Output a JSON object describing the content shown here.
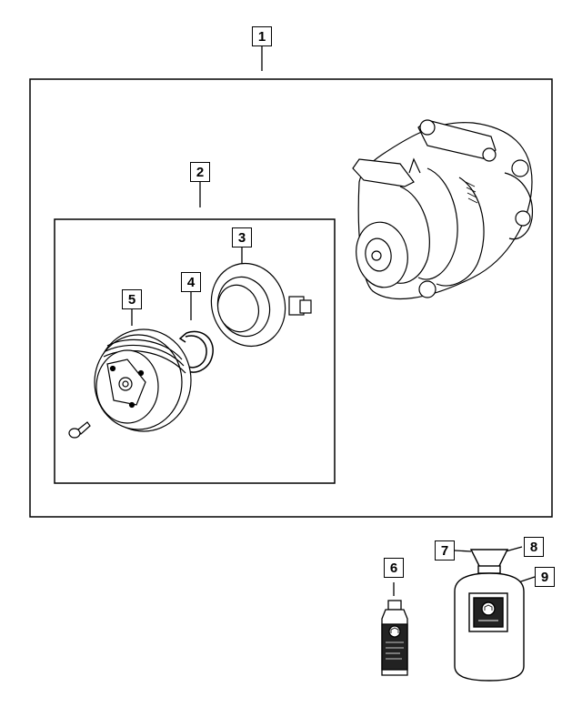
{
  "diagram": {
    "callouts": [
      {
        "id": "1",
        "label": "1"
      },
      {
        "id": "2",
        "label": "2"
      },
      {
        "id": "3",
        "label": "3"
      },
      {
        "id": "4",
        "label": "4"
      },
      {
        "id": "5",
        "label": "5"
      },
      {
        "id": "6",
        "label": "6"
      },
      {
        "id": "7",
        "label": "7"
      },
      {
        "id": "8",
        "label": "8"
      },
      {
        "id": "9",
        "label": "9"
      }
    ],
    "parts": [
      {
        "callout": "1",
        "icon": "ac-compressor-assembly-icon"
      },
      {
        "callout": "2",
        "icon": "clutch-kit-group-icon"
      },
      {
        "callout": "3",
        "icon": "field-coil-icon"
      },
      {
        "callout": "4",
        "icon": "snap-ring-icon"
      },
      {
        "callout": "5",
        "icon": "clutch-pulley-icon"
      },
      {
        "callout": "6",
        "icon": "oil-bottle-icon"
      },
      {
        "callout": "7",
        "icon": "refrigerant-cap-icon"
      },
      {
        "callout": "8",
        "icon": "refrigerant-handle-icon"
      },
      {
        "callout": "9",
        "icon": "refrigerant-tank-icon"
      }
    ]
  }
}
